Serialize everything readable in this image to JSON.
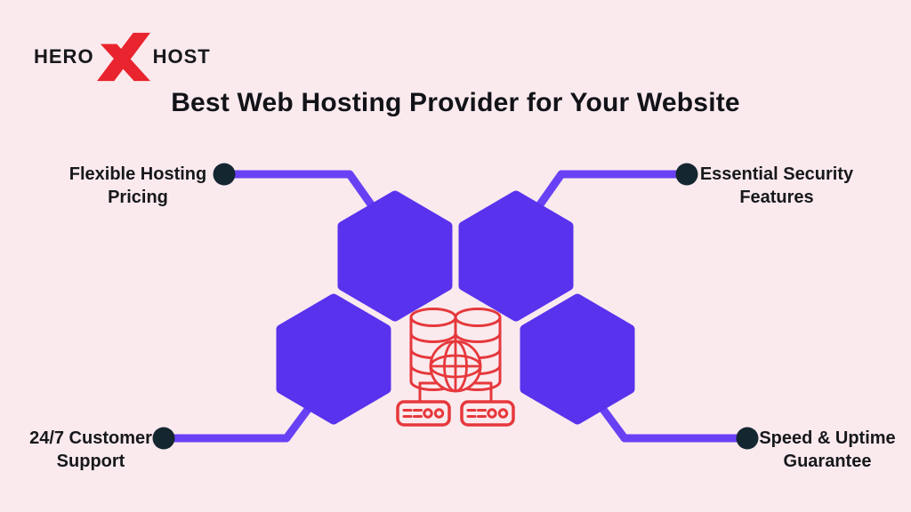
{
  "colors": {
    "background": "#FAEAEE",
    "hexagon_purple": "#5932EE",
    "connector_purple": "#6841F4",
    "dot_navy": "#142731",
    "brand_red": "#E8242E",
    "icon_red": "#E6383B",
    "text_black": "#17181C"
  },
  "logo": {
    "part1": "HERO",
    "part2": "HOST",
    "x_icon": "red-x-mark"
  },
  "title": "Best Web Hosting Provider for Your Website",
  "features": [
    {
      "id": "flexible-hosting-pricing",
      "label": "Flexible Hosting\nPricing",
      "position": "top-left"
    },
    {
      "id": "essential-security-features",
      "label": "Essential Security\nFeatures",
      "position": "top-right"
    },
    {
      "id": "customer-support",
      "label": "24/7 Customer\nSupport",
      "position": "bottom-left"
    },
    {
      "id": "speed-uptime-guarantee",
      "label": "Speed & Uptime\nGuarantee",
      "position": "bottom-right"
    }
  ],
  "center_icon": "database-globe-servers-hosting-icon"
}
